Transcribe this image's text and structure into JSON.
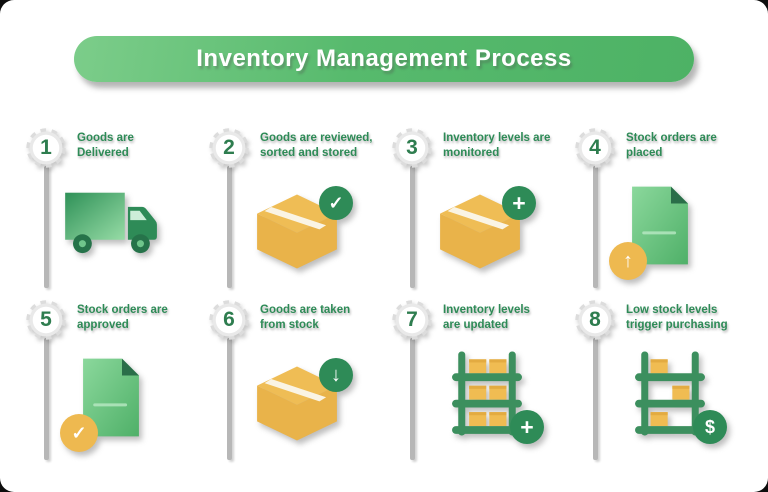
{
  "title": "Inventory Management Process",
  "colors": {
    "banner_green": "#57ba6d",
    "step_text_green": "#2e8b57",
    "number_green": "#2e7d4f",
    "box_gold": "#e9b34a",
    "badge_green": "#2e8b57",
    "badge_gold": "#eeb950",
    "connector_gray": "#b7b7b7"
  },
  "steps": [
    {
      "number": "1",
      "label": "Goods are\nDelivered",
      "icon": "delivery-truck"
    },
    {
      "number": "2",
      "label": "Goods are reviewed,\nsorted and stored",
      "icon": "box-check"
    },
    {
      "number": "3",
      "label": "Inventory levels are\nmonitored",
      "icon": "box-plus"
    },
    {
      "number": "4",
      "label": "Stock orders are\nplaced",
      "icon": "document-up-arrow"
    },
    {
      "number": "5",
      "label": "Stock orders are\napproved",
      "icon": "document-check"
    },
    {
      "number": "6",
      "label": "Goods are taken\nfrom stock",
      "icon": "box-down-arrow"
    },
    {
      "number": "7",
      "label": "Inventory levels\nare updated",
      "icon": "shelf-plus"
    },
    {
      "number": "8",
      "label": "Low stock levels\ntrigger purchasing",
      "icon": "shelf-dollar"
    }
  ],
  "glyphs": {
    "check": "✓",
    "plus": "+",
    "up": "↑",
    "down": "↓",
    "dollar": "$"
  }
}
